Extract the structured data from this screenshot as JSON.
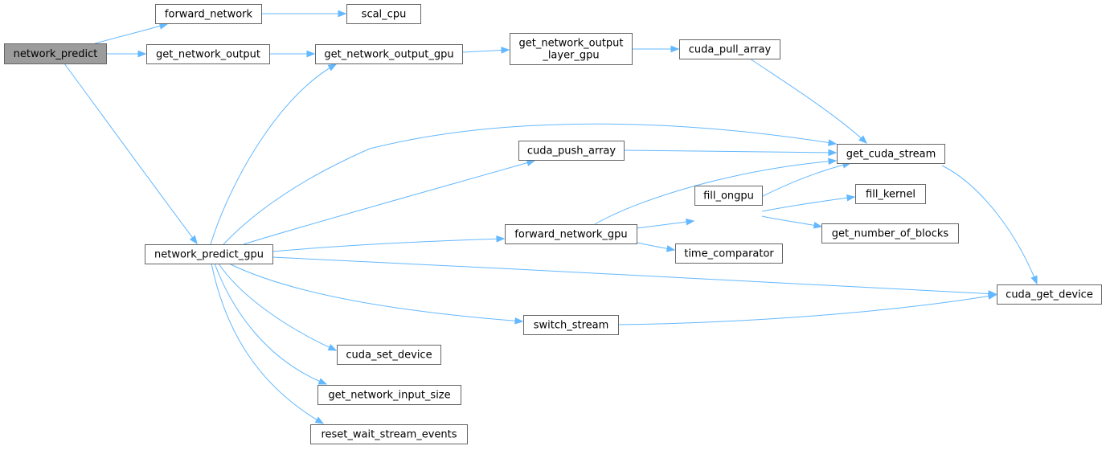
{
  "colors": {
    "edge": "#63b8ff",
    "node_border": "#666666",
    "root_fill": "#9c9c9c",
    "node_fill": "#ffffff"
  },
  "nodes": [
    {
      "id": "network_predict",
      "label": "network_predict",
      "root": true
    },
    {
      "id": "forward_network",
      "label": "forward_network"
    },
    {
      "id": "scal_cpu",
      "label": "scal_cpu"
    },
    {
      "id": "get_network_output",
      "label": "get_network_output"
    },
    {
      "id": "get_network_output_gpu",
      "label": "get_network_output_gpu"
    },
    {
      "id": "get_network_output_layer_gpu",
      "label": "get_network_output\n_layer_gpu"
    },
    {
      "id": "cuda_pull_array",
      "label": "cuda_pull_array"
    },
    {
      "id": "network_predict_gpu",
      "label": "network_predict_gpu"
    },
    {
      "id": "cuda_push_array",
      "label": "cuda_push_array"
    },
    {
      "id": "get_cuda_stream",
      "label": "get_cuda_stream"
    },
    {
      "id": "forward_network_gpu",
      "label": "forward_network_gpu"
    },
    {
      "id": "fill_ongpu",
      "label": "fill_ongpu"
    },
    {
      "id": "fill_kernel",
      "label": "fill_kernel"
    },
    {
      "id": "get_number_of_blocks",
      "label": "get_number_of_blocks"
    },
    {
      "id": "time_comparator",
      "label": "time_comparator"
    },
    {
      "id": "cuda_get_device",
      "label": "cuda_get_device"
    },
    {
      "id": "switch_stream",
      "label": "switch_stream"
    },
    {
      "id": "cuda_set_device",
      "label": "cuda_set_device"
    },
    {
      "id": "get_network_input_size",
      "label": "get_network_input_size"
    },
    {
      "id": "reset_wait_stream_events",
      "label": "reset_wait_stream_events"
    }
  ],
  "edges": [
    {
      "from": "network_predict",
      "to": "forward_network"
    },
    {
      "from": "forward_network",
      "to": "scal_cpu"
    },
    {
      "from": "network_predict",
      "to": "get_network_output"
    },
    {
      "from": "get_network_output",
      "to": "get_network_output_gpu"
    },
    {
      "from": "get_network_output_gpu",
      "to": "get_network_output_layer_gpu"
    },
    {
      "from": "get_network_output_layer_gpu",
      "to": "cuda_pull_array"
    },
    {
      "from": "cuda_pull_array",
      "to": "get_cuda_stream"
    },
    {
      "from": "network_predict",
      "to": "network_predict_gpu"
    },
    {
      "from": "network_predict_gpu",
      "to": "get_network_output_gpu"
    },
    {
      "from": "network_predict_gpu",
      "to": "get_cuda_stream"
    },
    {
      "from": "network_predict_gpu",
      "to": "cuda_push_array"
    },
    {
      "from": "cuda_push_array",
      "to": "get_cuda_stream"
    },
    {
      "from": "network_predict_gpu",
      "to": "forward_network_gpu"
    },
    {
      "from": "forward_network_gpu",
      "to": "get_cuda_stream"
    },
    {
      "from": "forward_network_gpu",
      "to": "fill_ongpu"
    },
    {
      "from": "fill_ongpu",
      "to": "get_cuda_stream"
    },
    {
      "from": "fill_ongpu",
      "to": "fill_kernel"
    },
    {
      "from": "fill_ongpu",
      "to": "get_number_of_blocks"
    },
    {
      "from": "forward_network_gpu",
      "to": "time_comparator"
    },
    {
      "from": "get_cuda_stream",
      "to": "cuda_get_device"
    },
    {
      "from": "network_predict_gpu",
      "to": "cuda_get_device"
    },
    {
      "from": "network_predict_gpu",
      "to": "switch_stream"
    },
    {
      "from": "switch_stream",
      "to": "cuda_get_device"
    },
    {
      "from": "network_predict_gpu",
      "to": "cuda_set_device"
    },
    {
      "from": "network_predict_gpu",
      "to": "get_network_input_size"
    },
    {
      "from": "network_predict_gpu",
      "to": "reset_wait_stream_events"
    }
  ]
}
